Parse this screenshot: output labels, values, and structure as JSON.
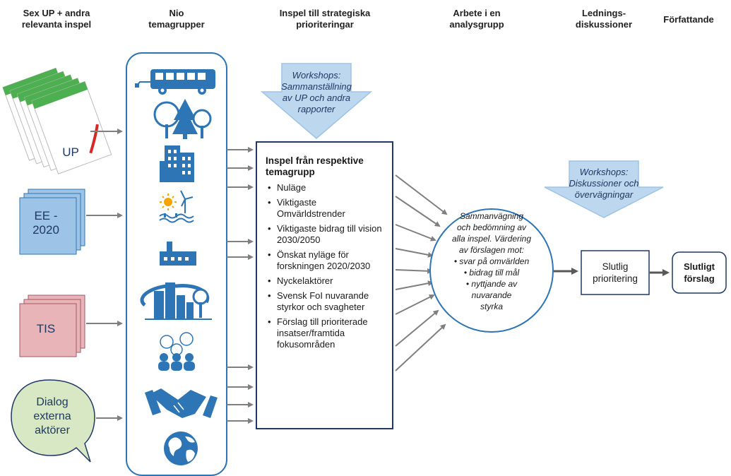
{
  "headers": {
    "col1": "Sex UP + andra\nrelevanta inspel",
    "col2": "Nio\ntemagrupper",
    "col3": "Inspel till strategiska\nprioriteringar",
    "col4": "Arbete i en\nanalysgrupp",
    "col5": "Lednings-\ndiskussioner",
    "col6": "Författande"
  },
  "inputs": {
    "up": "UP",
    "ee": "EE -\n2020",
    "tis": "TIS",
    "dialog": "Dialog\nexterna\naktörer"
  },
  "theme_icons": [
    "bus-icon",
    "trees-icon",
    "building-icon",
    "renewable-energy-icon",
    "factory-icon",
    "smart-city-icon",
    "people-discussion-icon",
    "handshake-icon",
    "globe-icon"
  ],
  "workshop1": "Workshops:\nSammanställning\nav UP och andra\nrapporter",
  "panel": {
    "title": "Inspel från respektive temagrupp",
    "items": [
      "Nuläge",
      "Viktigaste Omvärldstrender",
      "Viktigaste bidrag till vision 2030/2050",
      "Önskat nyläge för forskningen 2020/2030",
      "Nyckelaktörer",
      "Svensk FoI nuvarande styrkor och svagheter",
      "Förslag till prioriterade insatser/framtida fokusområden"
    ]
  },
  "circle_text": "Sammanvägning\noch bedömning av\nalla inspel. Värdering\nav förslagen mot:\n• svar på omvärlden\n• bidrag till mål\n• nyttjande av\nnuvarande\nstyrka",
  "workshop2": "Workshops:\nDiskussioner och\növervägningar",
  "slutlig_prioritering": "Slutlig\nprioritering",
  "slutligt_forslag": "Slutligt\nförslag",
  "colors": {
    "navy": "#1f3864",
    "icon_blue": "#2e75b6",
    "arrow_gray": "#7f7f7f",
    "ee_fill": "#9dc3e6",
    "tis_fill": "#e8b4b8",
    "dialog_fill": "#d9e8c4",
    "workshop_fill": "#bdd7ee"
  }
}
